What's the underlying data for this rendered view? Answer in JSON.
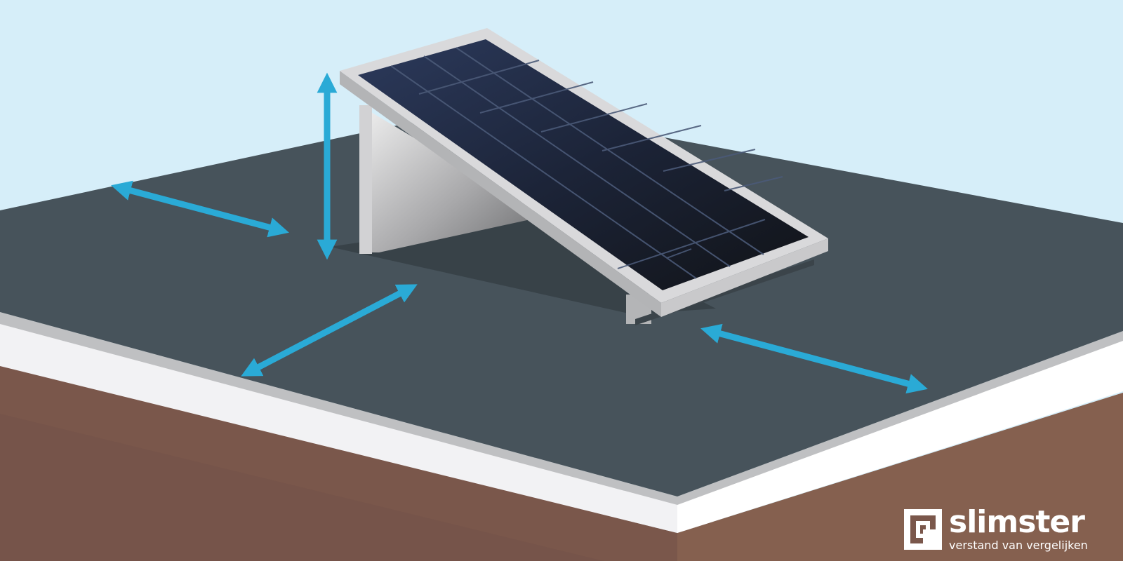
{
  "colors": {
    "sky": "#d6eef9",
    "roof": "#47535b",
    "roof_edge_white": "#f2f2f4",
    "roof_edge_grey": "#bfc0c2",
    "wall": "#7a574b",
    "wall_light": "#8a6253",
    "arrow": "#2aaad6",
    "panel_frame": "#d9d9db",
    "panel_cells": "#1f2a3f"
  },
  "illustration": {
    "subject": "solar-panel-on-flat-roof",
    "arrows": [
      "arrow-left-horizontal",
      "arrow-vertical",
      "arrow-front-diagonal",
      "arrow-right-horizontal"
    ]
  },
  "brand": {
    "name": "slimster",
    "tagline": "verstand van vergelijken"
  }
}
